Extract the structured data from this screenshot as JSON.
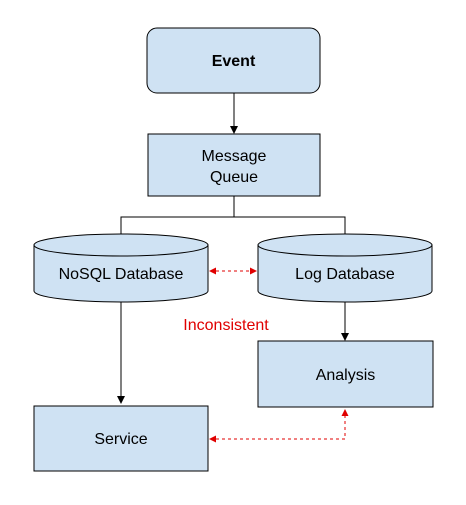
{
  "nodes": {
    "event": "Event",
    "message_queue_line1": "Message",
    "message_queue_line2": "Queue",
    "nosql_db": "NoSQL Database",
    "log_db": "Log Database",
    "analysis": "Analysis",
    "service": "Service"
  },
  "annotations": {
    "inconsistent": "Inconsistent"
  },
  "colors": {
    "node_fill": "#cfe2f3",
    "dashed_edge": "#e00000",
    "solid_edge": "#000000"
  }
}
